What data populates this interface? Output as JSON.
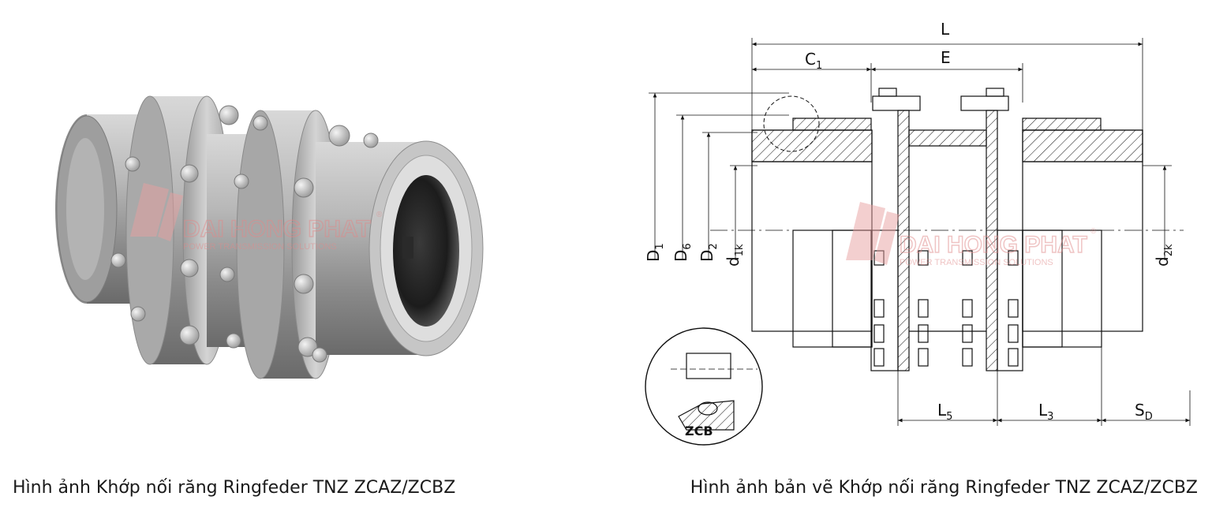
{
  "left": {
    "caption": "Hình ảnh Khớp nối răng Ringfeder TNZ ZCAZ/ZCBZ",
    "watermark": {
      "brand": "DAI HONG PHAT",
      "tagline": "POWER TRANSMISSION SOLUTIONS",
      "reg": "®"
    }
  },
  "right": {
    "caption": "Hình ảnh bản vẽ Khớp nối răng Ringfeder TNZ ZCAZ/ZCBZ",
    "watermark": {
      "brand": "DAI HONG PHAT",
      "tagline": "POWER TRANSMISSION SOLUTIONS",
      "reg": "®"
    },
    "dimensions": {
      "L": "L",
      "C1": "C",
      "C1_sub": "1",
      "E": "E",
      "D1": "D",
      "D1_sub": "1",
      "D6": "D",
      "D6_sub": "6",
      "D2": "D",
      "D2_sub": "2",
      "d1k": "d",
      "d1k_sub": "1k",
      "d2k": "d",
      "d2k_sub": "2k",
      "L5": "L",
      "L5_sub": "5",
      "L3": "L",
      "L3_sub": "3",
      "SD": "S",
      "SD_sub": "D"
    },
    "detail_label": "ZCB"
  },
  "colors": {
    "watermark": "#e8a0a0",
    "line": "#111111"
  }
}
